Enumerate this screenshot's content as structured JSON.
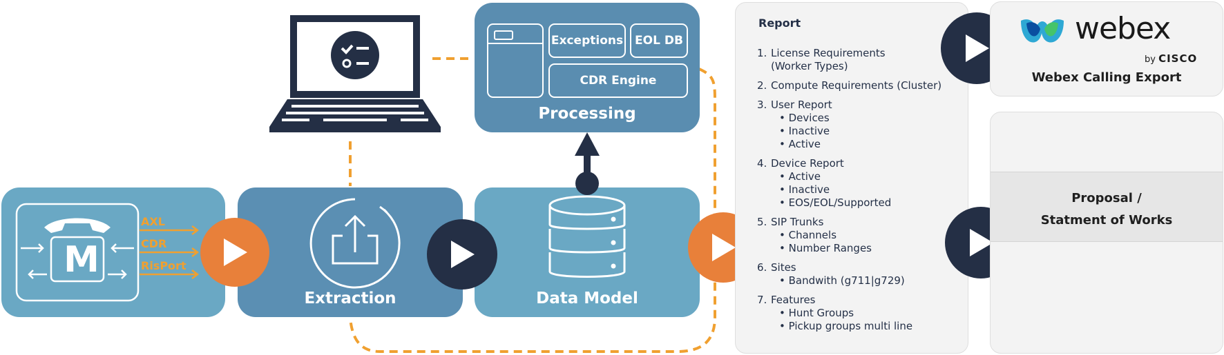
{
  "source": {
    "protocols": [
      "AXL",
      "CDR",
      "RisPort"
    ],
    "logo_letter": "M"
  },
  "extraction": {
    "label": "Extraction"
  },
  "data_model": {
    "label": "Data Model"
  },
  "processing": {
    "label": "Processing",
    "modules": [
      "Exceptions",
      "EOL DB",
      "CDR Engine"
    ]
  },
  "report": {
    "title": "Report",
    "items": [
      {
        "num": "1.",
        "text": "License Requirements",
        "cont": "(Worker Types)",
        "subs": []
      },
      {
        "num": "2.",
        "text": "Compute Requirements (Cluster)",
        "cont": "",
        "subs": []
      },
      {
        "num": "3.",
        "text": "User Report",
        "cont": "",
        "subs": [
          "• Devices",
          "• Inactive",
          "• Active"
        ]
      },
      {
        "num": "4.",
        "text": "Device Report",
        "cont": "",
        "subs": [
          "• Active",
          "• Inactive",
          "• EOS/EOL/Supported"
        ]
      },
      {
        "num": "5.",
        "text": "SIP Trunks",
        "cont": "",
        "subs": [
          "• Channels",
          "• Number Ranges"
        ]
      },
      {
        "num": "6.",
        "text": "Sites",
        "cont": "",
        "subs": [
          "• Bandwith (g711|g729)"
        ]
      },
      {
        "num": "7.",
        "text": "Features",
        "cont": "",
        "subs": [
          "• Hunt Groups",
          "• Pickup groups multi line"
        ]
      }
    ]
  },
  "webex": {
    "logo_word": "webex",
    "by": "by",
    "cisco": "CISCO",
    "caption": "Webex Calling Export"
  },
  "proposal": {
    "line1": "Proposal /",
    "line2": "Statment of Works"
  },
  "colors": {
    "orange": "#e8803a",
    "navy": "#242f45",
    "blue": "#5b8fb3",
    "dash": "#f0a030"
  }
}
